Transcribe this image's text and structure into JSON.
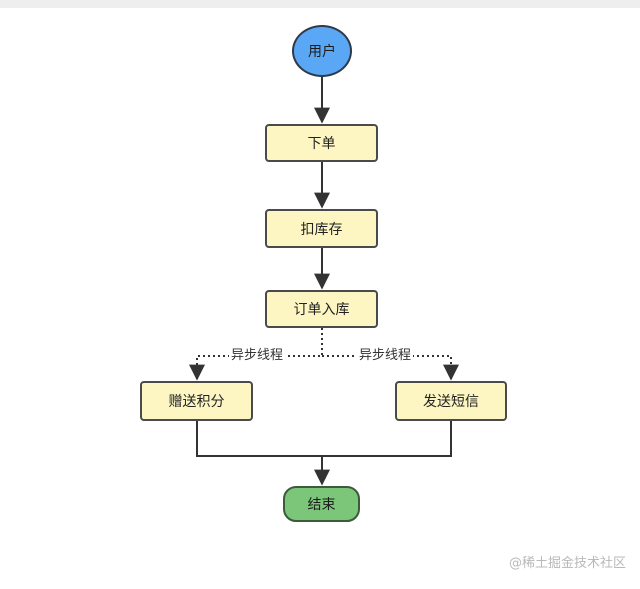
{
  "nodes": {
    "user": "用户",
    "place_order": "下单",
    "deduct_stock": "扣库存",
    "order_storage": "订单入库",
    "gift_points": "赠送积分",
    "send_sms": "发送短信",
    "end": "结束"
  },
  "edges": {
    "async_left": "异步线程",
    "async_right": "异步线程"
  },
  "watermark": "@稀土掘金技术社区",
  "colors": {
    "process_fill": "#fdf6c3",
    "start_fill": "#5aa7f5",
    "end_fill": "#7cc67a",
    "stroke": "#4a4a4a"
  }
}
